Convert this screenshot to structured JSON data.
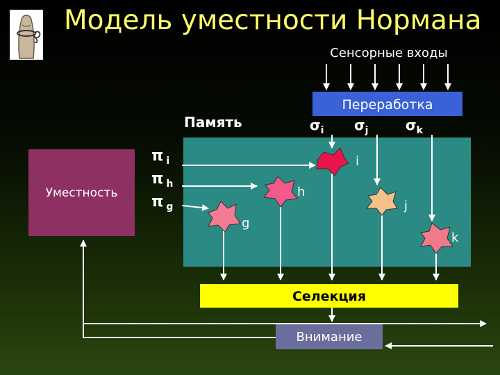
{
  "title": "Модель уместности Нормана",
  "sensory_inputs_label": "Сенсорные входы",
  "processing": {
    "label": "Переработка",
    "sigmas": [
      {
        "symbol": "σ",
        "sub": "i"
      },
      {
        "symbol": "σ",
        "sub": "j"
      },
      {
        "symbol": "σ",
        "sub": "k"
      }
    ]
  },
  "memory": {
    "label": "Память",
    "pi_rows": [
      {
        "symbol": "π",
        "sub": "i"
      },
      {
        "symbol": "π",
        "sub": "h"
      },
      {
        "symbol": "π",
        "sub": "g"
      }
    ]
  },
  "relevance_label": "Уместность",
  "nodes": [
    {
      "label": "i",
      "color": "#e8154a"
    },
    {
      "label": "h",
      "color": "#f25a8a"
    },
    {
      "label": "g",
      "color": "#f57a94"
    },
    {
      "label": "j",
      "color": "#f5c08a"
    },
    {
      "label": "k",
      "color": "#f07a8c"
    }
  ],
  "selection_label": "Селекция",
  "attention_label": "Внимание",
  "icons": {
    "corner": "finger-with-string-icon"
  },
  "colors": {
    "title": "#ffff66",
    "memory_panel": "#2b8a84",
    "relevance_box": "#8c3162",
    "processing_box": "#3a62d6",
    "selection_box": "#ffff00",
    "attention_box": "#6b6e9c"
  }
}
